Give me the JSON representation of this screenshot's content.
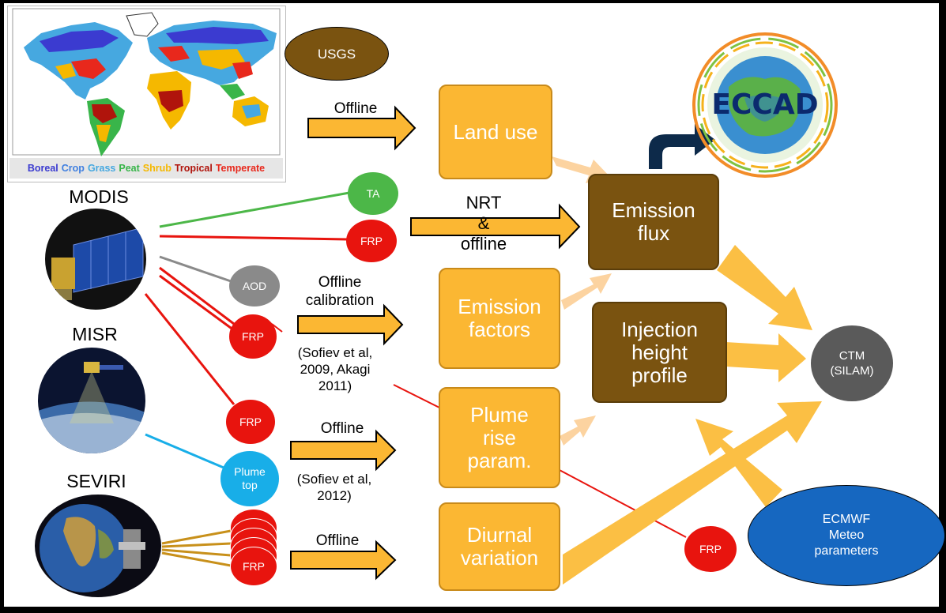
{
  "map": {
    "legend": [
      {
        "text": "Boreal",
        "color": "#3b3bd0"
      },
      {
        "text": "Crop",
        "color": "#3f7fe0"
      },
      {
        "text": "Grass",
        "color": "#46a8e0"
      },
      {
        "text": "Peat",
        "color": "#39b54a"
      },
      {
        "text": "Shrub",
        "color": "#f5b800"
      },
      {
        "text": "Tropical",
        "color": "#b0140c"
      },
      {
        "text": "Temperate",
        "color": "#e8281c"
      }
    ]
  },
  "sources": {
    "usgs": "USGS",
    "modis": "MODIS",
    "misr": "MISR",
    "seviri": "SEVIRI"
  },
  "products": {
    "ta": "TA",
    "frp_1": "FRP",
    "aod": "AOD",
    "frp_2": "FRP",
    "frp_3": "FRP",
    "plume_top": "Plume\ntop",
    "frp_4": "FRP",
    "frp_5": "FRP",
    "ecmwf": "ECMWF\nMeteo\nparameters",
    "ctm": "CTM\n(SILAM)"
  },
  "arrows": {
    "offline_1": "Offline",
    "nrt": "NRT\n&\noffline",
    "calib": "Offline\ncalibration",
    "calib_ref": "(Sofiev et al,\n2009, Akagi\n2011)",
    "offline_2": "Offline",
    "plume_ref": "(Sofiev et al,\n2012)",
    "offline_3": "Offline"
  },
  "boxes": {
    "land_use": "Land use",
    "emission_factors": "Emission\nfactors",
    "plume_rise": "Plume\nrise\nparam.",
    "diurnal": "Diurnal\nvariation",
    "emission_flux": "Emission\nflux",
    "injection": "Injection\nheight\nprofile"
  },
  "logo": {
    "text": "ECCAD"
  },
  "colors": {
    "orange_box": "#fbb733",
    "brown_box": "#7a5310",
    "usgs": "#7a5310",
    "green": "#4cb748",
    "red": "#e8140e",
    "grey": "#8a8a8a",
    "cyan": "#18aee8",
    "ecmwf": "#1667c0",
    "ctm": "#5a5a5a",
    "arrow_fill": "#fbb733",
    "flow_arrow": "#fbbf44"
  }
}
